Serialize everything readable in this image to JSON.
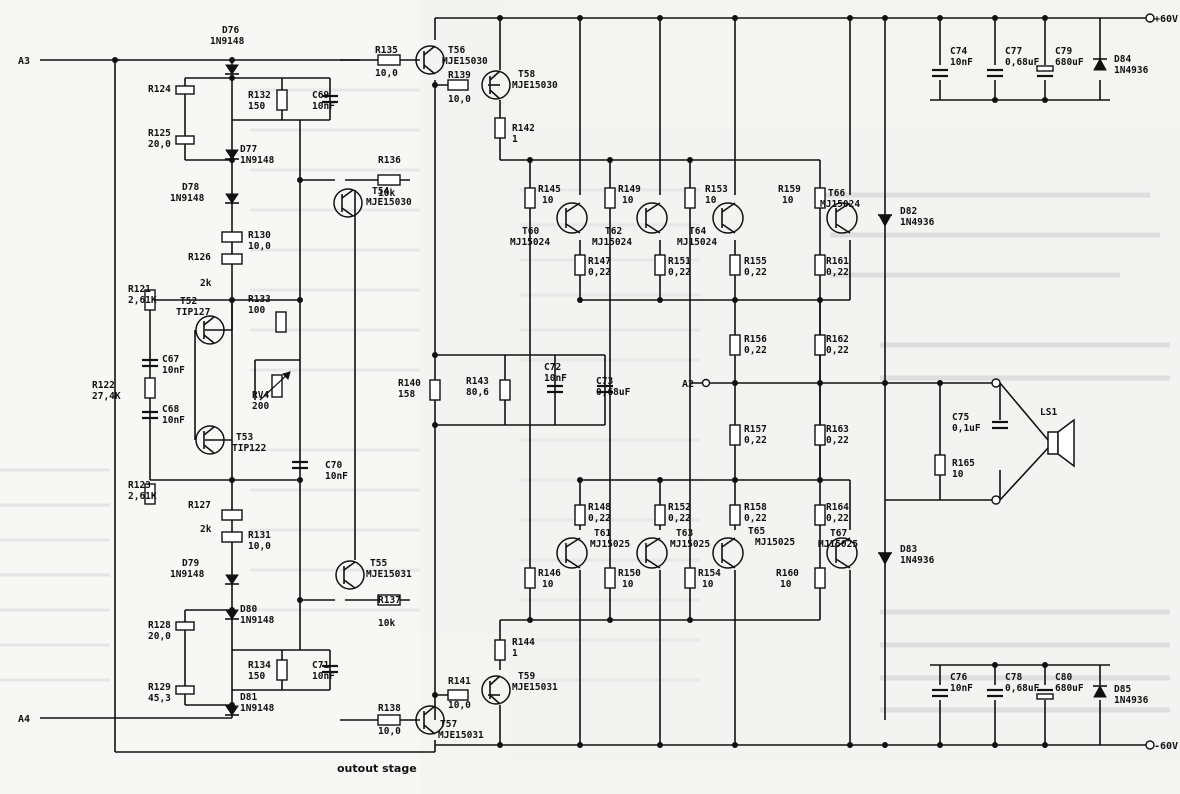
{
  "caption": "outout stage",
  "rails": {
    "positive": "+60V",
    "negative": "-60V"
  },
  "nodes": {
    "a3": "A3",
    "a4": "A4",
    "a2": "A2"
  },
  "components": {
    "D76": [
      "D76",
      "1N9148"
    ],
    "R124": [
      "R124",
      ""
    ],
    "R125": [
      "R125",
      "20,0"
    ],
    "R132": [
      "R132",
      "150"
    ],
    "C69": [
      "C69",
      "10nF"
    ],
    "D77": [
      "D77",
      "1N9148"
    ],
    "D78": [
      "D78",
      "1N9148"
    ],
    "R130": [
      "R130",
      "10,0"
    ],
    "R126": [
      "R126",
      "2k"
    ],
    "R121": [
      "R121",
      "2,61K"
    ],
    "R133": [
      "R133",
      "100"
    ],
    "T52": [
      "T52",
      "TIP127"
    ],
    "C67": [
      "C67",
      "10nF"
    ],
    "R122": [
      "R122",
      "27,4K"
    ],
    "C68": [
      "C68",
      "10nF"
    ],
    "RV4": [
      "RV4",
      "200"
    ],
    "T53": [
      "T53",
      "TIP122"
    ],
    "C70": [
      "C70",
      "10nF"
    ],
    "R123": [
      "R123",
      "2,61K"
    ],
    "R127": [
      "R127",
      "2k"
    ],
    "R131": [
      "R131",
      "10,0"
    ],
    "D79": [
      "D79",
      "1N9148"
    ],
    "R128": [
      "R128",
      "20,0"
    ],
    "D80": [
      "D80",
      "1N9148"
    ],
    "R134": [
      "R134",
      "150"
    ],
    "C71": [
      "C71",
      "10nF"
    ],
    "R129": [
      "R129",
      "45,3"
    ],
    "D81": [
      "D81",
      "1N9148"
    ],
    "R135": [
      "R135",
      "10,0"
    ],
    "T56": [
      "T56",
      "MJE15030"
    ],
    "R139": [
      "R139",
      "10,0"
    ],
    "T58": [
      "T58",
      "MJE15030"
    ],
    "R142": [
      "R142",
      "1"
    ],
    "R136": [
      "R136",
      "10k"
    ],
    "T54": [
      "T54",
      "MJE15030"
    ],
    "T55": [
      "T55",
      "MJE15031"
    ],
    "R137": [
      "R137",
      "10k"
    ],
    "R138": [
      "R138",
      "10,0"
    ],
    "T57": [
      "T57",
      "MJE15031"
    ],
    "R141": [
      "R141",
      "10,0"
    ],
    "T59": [
      "T59",
      "MJE15031"
    ],
    "R144": [
      "R144",
      "1"
    ],
    "R140": [
      "R140",
      "158"
    ],
    "R143": [
      "R143",
      "80,6"
    ],
    "C72": [
      "C72",
      "10nF"
    ],
    "C73": [
      "C73",
      "0,68uF"
    ],
    "R145": [
      "R145",
      "10"
    ],
    "R149": [
      "R149",
      "10"
    ],
    "R153": [
      "R153",
      "10"
    ],
    "R159": [
      "R159",
      "10"
    ],
    "T60": [
      "T60",
      "MJ15024"
    ],
    "T62": [
      "T62",
      "MJ15024"
    ],
    "T64": [
      "T64",
      "MJ15024"
    ],
    "T66": [
      "T66",
      "MJ15024"
    ],
    "R147": [
      "R147",
      "0,22"
    ],
    "R151": [
      "R151",
      "0,22"
    ],
    "R155": [
      "R155",
      "0,22"
    ],
    "R161": [
      "R161",
      "0,22"
    ],
    "R156": [
      "R156",
      "0,22"
    ],
    "R162": [
      "R162",
      "0,22"
    ],
    "R157": [
      "R157",
      "0,22"
    ],
    "R163": [
      "R163",
      "0,22"
    ],
    "R148": [
      "R148",
      "0,22"
    ],
    "R152": [
      "R152",
      "0,22"
    ],
    "R158": [
      "R158",
      "0,22"
    ],
    "R164": [
      "R164",
      "0,22"
    ],
    "T61": [
      "T61",
      "MJ15025"
    ],
    "T63": [
      "T63",
      "MJ15025"
    ],
    "T65": [
      "T65",
      "MJ15025"
    ],
    "T67": [
      "T67",
      "MJ15025"
    ],
    "R146": [
      "R146",
      "10"
    ],
    "R150": [
      "R150",
      "10"
    ],
    "R154": [
      "R154",
      "10"
    ],
    "R160": [
      "R160",
      "10"
    ],
    "C74": [
      "C74",
      "10nF"
    ],
    "C77": [
      "C77",
      "0,68uF"
    ],
    "C79": [
      "C79",
      "680uF"
    ],
    "D84": [
      "D84",
      "1N4936"
    ],
    "D82": [
      "D82",
      "1N4936"
    ],
    "C75": [
      "C75",
      "0,1uF"
    ],
    "R165": [
      "R165",
      "10"
    ],
    "LS1": [
      "LS1",
      ""
    ],
    "D83": [
      "D83",
      "1N4936"
    ],
    "C76": [
      "C76",
      "10nF"
    ],
    "C78": [
      "C78",
      "0,68uF"
    ],
    "C80": [
      "C80",
      "680uF"
    ],
    "D85": [
      "D85",
      "1N4936"
    ]
  }
}
